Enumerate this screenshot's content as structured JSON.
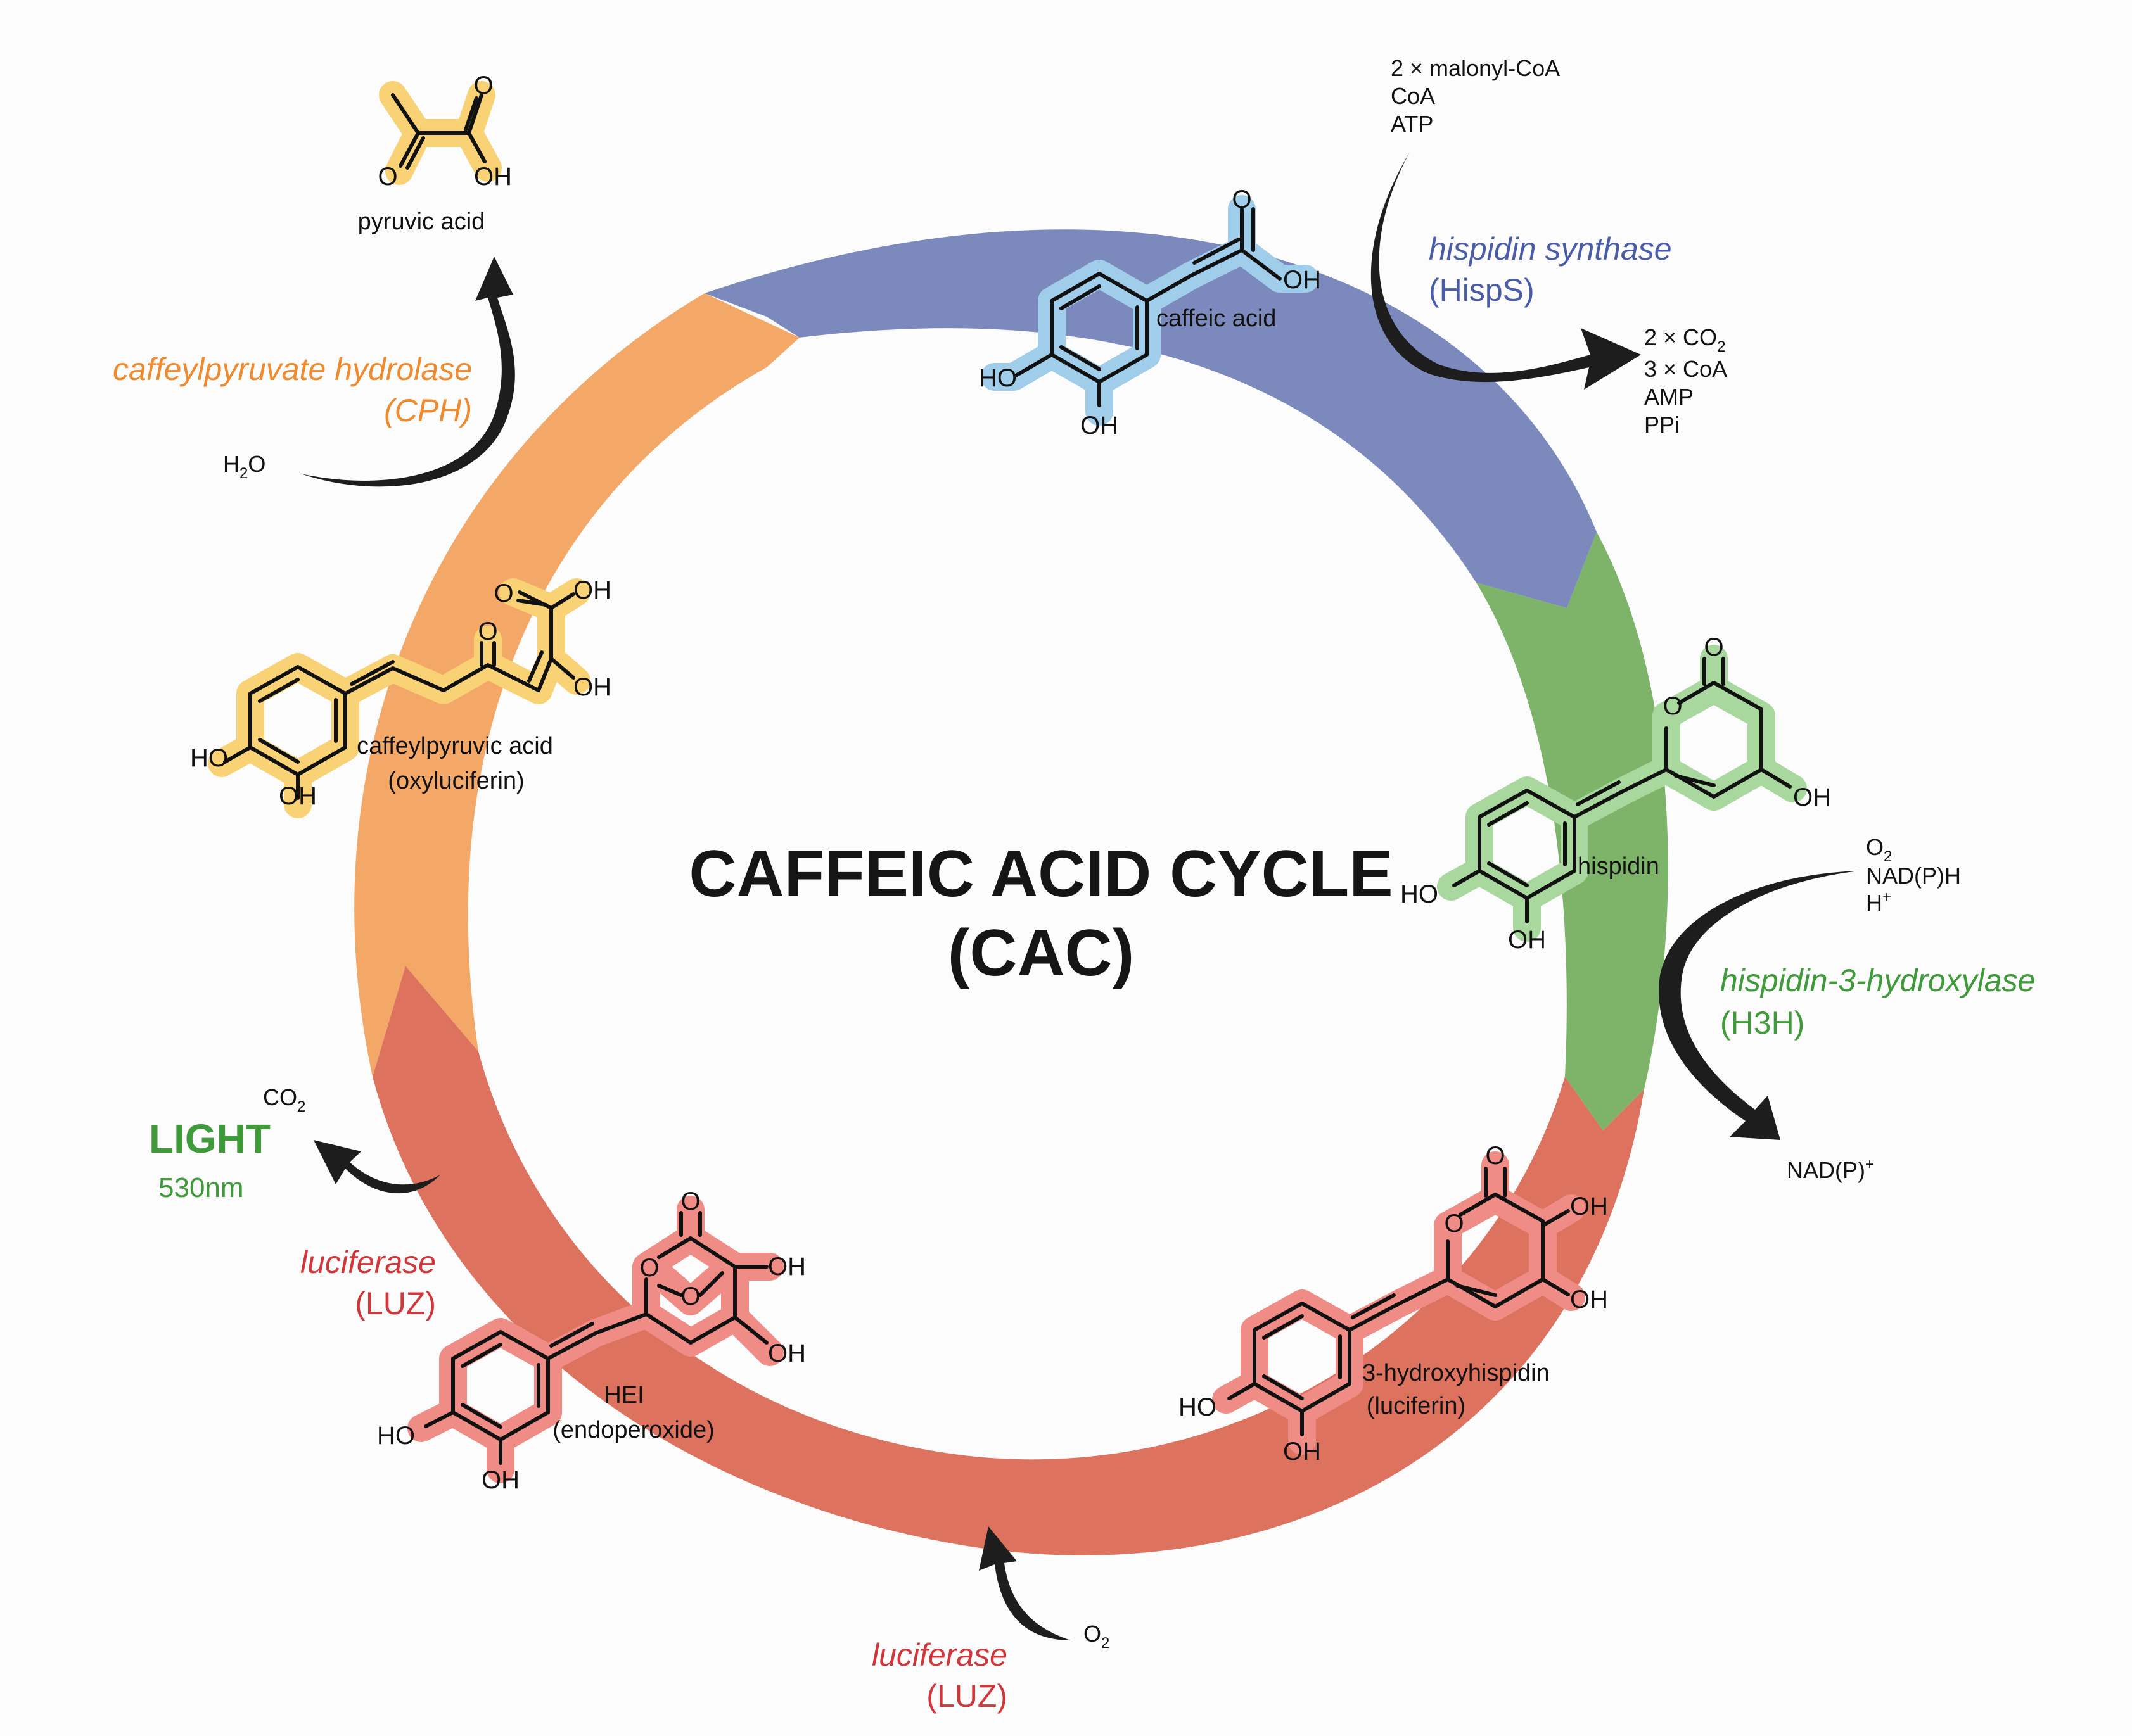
{
  "title": {
    "line1": "CAFFEIC ACID CYCLE",
    "line2": "(CAC)"
  },
  "colors": {
    "blue": "#7b89bd",
    "green": "#7eb36a",
    "red": "#dd735f",
    "orange": "#f4a867",
    "enzyme_blue": "#4a5ca8",
    "enzyme_green": "#3f9a3a",
    "enzyme_red": "#d0373a",
    "enzyme_orange": "#ef8a2e",
    "highlight_blue": "#9fcdea",
    "highlight_green": "#a8d89e",
    "highlight_red": "#f08c86",
    "highlight_yellow": "#f9d276",
    "arrow": "#1d1d1d"
  },
  "molecules": {
    "caffeic_acid": {
      "name": "caffeic acid",
      "atoms": {
        "oh_acid": "OH",
        "oh1": "HO",
        "oh2": "OH",
        "o_acid": "O"
      }
    },
    "hispidin": {
      "name": "hispidin",
      "atoms": {
        "o_ring": "O",
        "o_keto": "O",
        "oh_ring": "OH",
        "oh1": "HO",
        "oh2": "OH"
      }
    },
    "hydroxyhispidin": {
      "name": "3-hydroxyhispidin",
      "subname": "(luciferin)",
      "atoms": {
        "o_ring": "O",
        "o_keto": "O",
        "oh_a": "OH",
        "oh_b": "OH",
        "oh1": "HO",
        "oh2": "OH"
      }
    },
    "hei": {
      "name": "HEI",
      "subname": "(endoperoxide)",
      "atoms": {
        "o_top": "O",
        "o_a": "O",
        "o_b": "O",
        "oh_a": "OH",
        "oh_b": "OH",
        "oh1": "HO",
        "oh2": "OH"
      }
    },
    "caffeylpyruvic": {
      "name": "caffeylpyruvic acid",
      "subname": "(oxyluciferin)",
      "atoms": {
        "o_acid": "O",
        "oh_acid": "OH",
        "o_keto": "O",
        "oh_enol": "OH",
        "oh1": "HO",
        "oh2": "OH"
      }
    },
    "pyruvic": {
      "name": "pyruvic acid",
      "atoms": {
        "o_top": "O",
        "o_keto": "O",
        "oh": "OH"
      }
    }
  },
  "reactions": {
    "hisps": {
      "enzyme": "hispidin synthase",
      "abbr": "(HispS)",
      "inputs": [
        "2 × malonyl-CoA",
        "CoA",
        "ATP"
      ],
      "outputs_co2": {
        "prefix": "2 × CO",
        "sub": "2"
      },
      "outputs": [
        "3 × CoA",
        "AMP",
        "PPi"
      ]
    },
    "h3h": {
      "enzyme": "hispidin-3-hydroxylase",
      "abbr": "(H3H)",
      "input_o2": {
        "prefix": "O",
        "sub": "2"
      },
      "inputs": [
        "NAD(P)H"
      ],
      "input_h": {
        "prefix": "H",
        "sup": "+"
      },
      "output": {
        "prefix": "NAD(P)",
        "sup": "+"
      }
    },
    "luz_o2": {
      "enzyme": "luciferase",
      "abbr": "(LUZ)",
      "input": {
        "prefix": "O",
        "sub": "2"
      }
    },
    "luz_light": {
      "enzyme": "luciferase",
      "abbr": "(LUZ)",
      "output_co2": {
        "prefix": "CO",
        "sub": "2"
      },
      "light": "LIGHT",
      "wavelength": "530nm"
    },
    "cph": {
      "enzyme": "caffeylpyruvate hydrolase",
      "abbr": "(CPH)",
      "input": {
        "prefix": "H",
        "sub": "2",
        "suffix": "O"
      }
    }
  }
}
